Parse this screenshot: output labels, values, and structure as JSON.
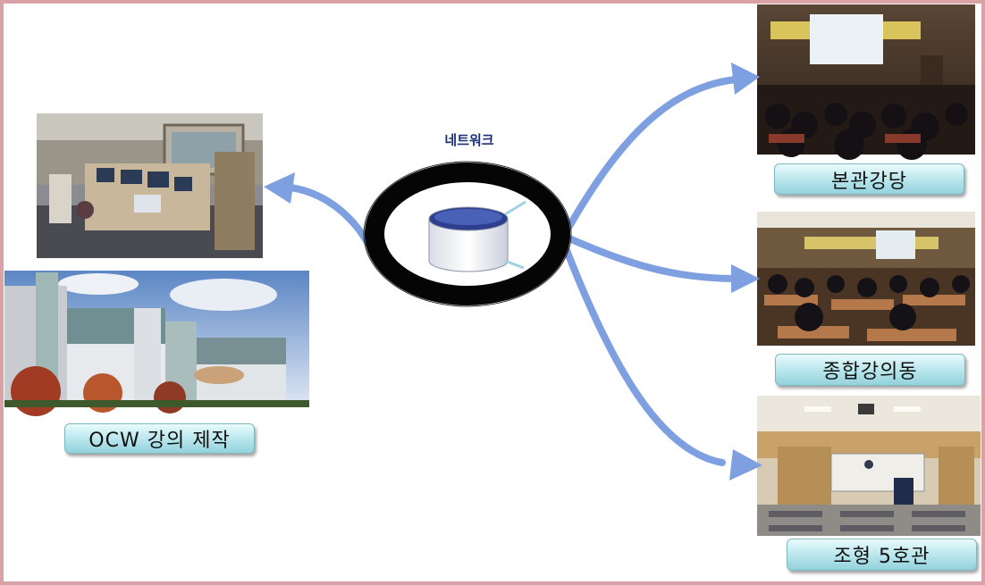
{
  "network": {
    "title": "네트워크"
  },
  "labels": {
    "ocw": "OCW 강의 제작",
    "main_hall": "본관강당",
    "general_lecture": "종합강의동",
    "building5": "조형 5호관"
  },
  "colors": {
    "border": "#d9a2a6",
    "arrow": "#7e9fe0",
    "ring": "#050505",
    "label_fill": "#bfe9ef"
  }
}
